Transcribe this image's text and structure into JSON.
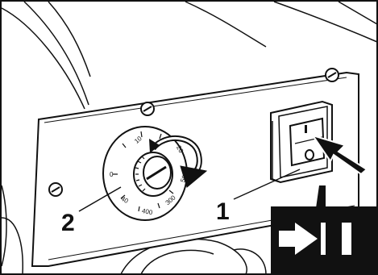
{
  "figure": {
    "type": "instruction-illustration",
    "subject": "machine control panel with speed dial and on/off switch",
    "colors": {
      "line": "#111111",
      "fill": "#ffffff",
      "shade": "#d9d9d9",
      "symbol_bg": "#111111"
    }
  },
  "dial": {
    "scale_labels": [
      "0",
      "10",
      "20",
      "40",
      "400",
      "300",
      "50"
    ],
    "rotation_arrow": "clockwise"
  },
  "switch": {
    "on_mark": "I",
    "off_mark": "O"
  },
  "callouts": [
    {
      "label": "2",
      "target": "dial"
    },
    {
      "label": "1",
      "target": "switch"
    }
  ],
  "action_symbol": {
    "icon": "arrow-into-bar-icon",
    "meaning": "switch on"
  }
}
